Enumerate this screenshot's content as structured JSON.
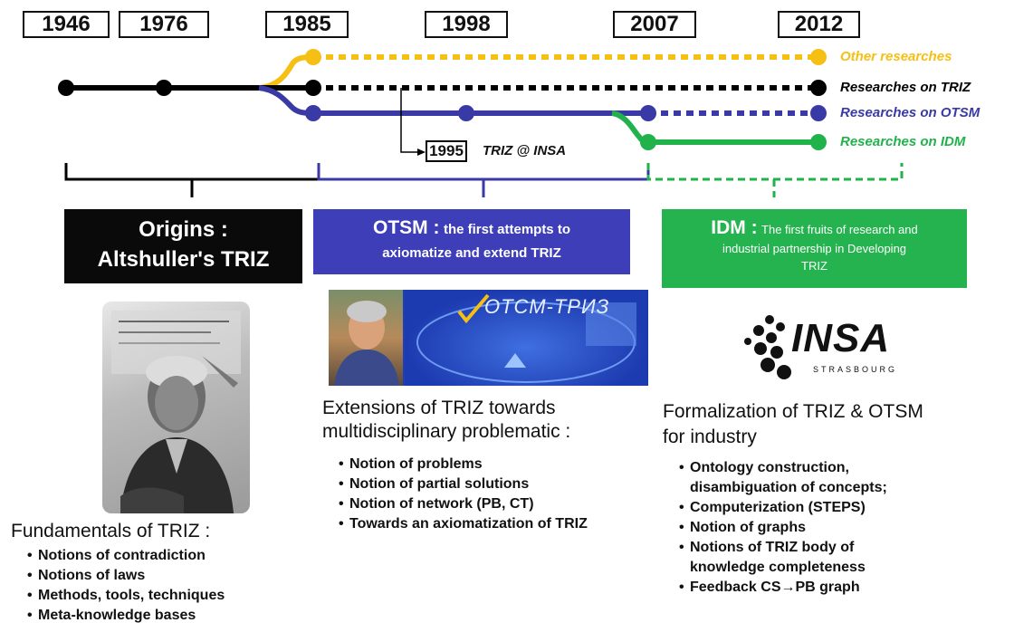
{
  "years": [
    "1946",
    "1976",
    "1985",
    "1998",
    "2007",
    "2012"
  ],
  "colors": {
    "other": "#f6bf13",
    "triz": "#000000",
    "otsm": "#3a3aa6",
    "idm": "#22b24c",
    "origins_box": "#0a0a0a",
    "otsm_box": "#3e3eb8",
    "idm_box": "#25b34f"
  },
  "series_labels": {
    "other": "Other researches",
    "triz": "Researches on TRIZ",
    "otsm": "Researches on OTSM",
    "idm": "Researches on IDM"
  },
  "annotation": {
    "year": "1995",
    "text": "TRIZ @ INSA"
  },
  "eras": {
    "origins": {
      "title_line1": "Origins :",
      "title_line2": "Altshuller's TRIZ"
    },
    "otsm": {
      "title": "OTSM :",
      "subtitle_line1": "the first attempts to",
      "subtitle_line2": "axiomatize and extend TRIZ"
    },
    "idm": {
      "title": "IDM :",
      "subtitle_line1": "The first fruits of research and",
      "subtitle_line2": "industrial partnership in Developing",
      "subtitle_line3": "TRIZ"
    }
  },
  "logos": {
    "otsm_logo_text": "ОТСМ-ТРИЗ",
    "insa_logo_text": "INSA",
    "insa_logo_sub": "STRASBOURG"
  },
  "sections": {
    "fundamentals": {
      "title": "Fundamentals of TRIZ :",
      "items": [
        "Notions of contradiction",
        "Notions of laws",
        "Methods, tools, techniques",
        "Meta-knowledge bases"
      ]
    },
    "extensions": {
      "title_line1": "Extensions of TRIZ towards",
      "title_line2": "multidisciplinary problematic :",
      "items": [
        "Notion of problems",
        "Notion of partial solutions",
        "Notion of network (PB, CT)",
        "Towards an axiomatization of TRIZ"
      ]
    },
    "formalization": {
      "title_line1": "Formalization of TRIZ & OTSM",
      "title_line2": "for industry",
      "items": [
        "Ontology construction, disambiguation of concepts;",
        "Computerization (STEPS)",
        "Notion of graphs",
        "Notions of TRIZ body of knowledge completeness",
        "Feedback CS→PB graph"
      ]
    }
  }
}
